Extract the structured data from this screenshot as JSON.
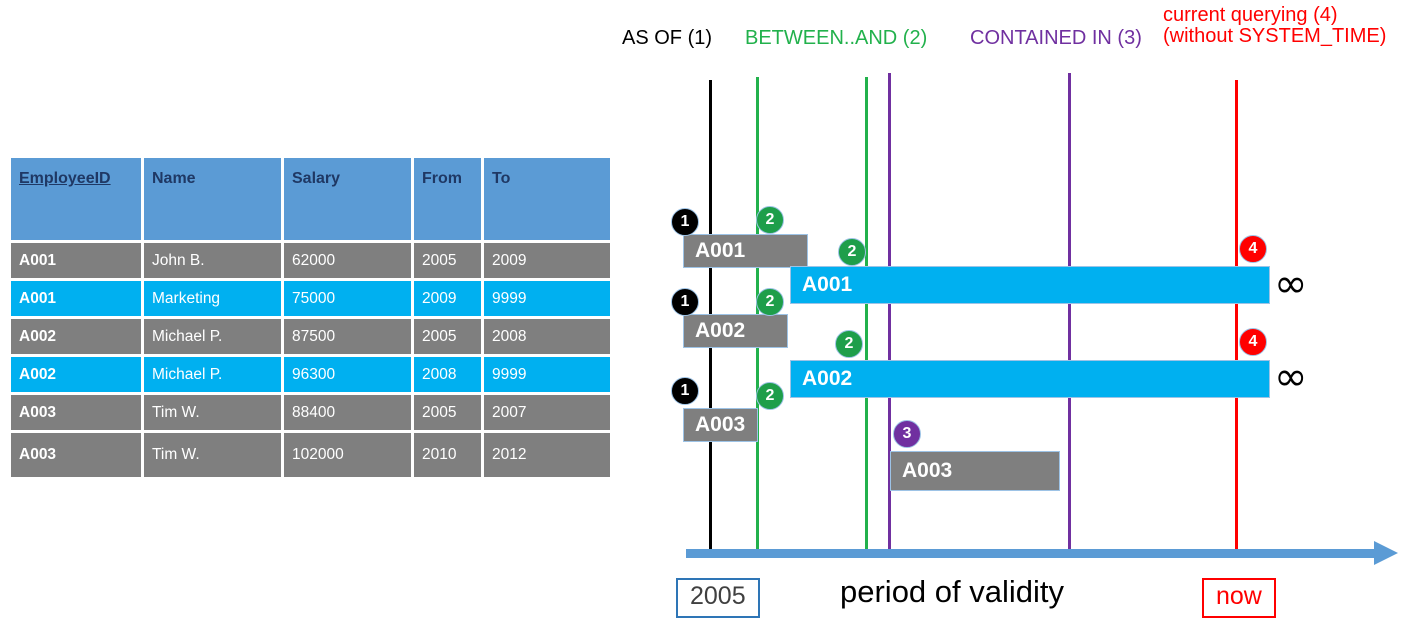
{
  "table": {
    "columns": [
      "EmployeeID",
      "Name",
      "Salary",
      "From",
      "To"
    ],
    "rows": [
      {
        "id": "A001",
        "name": "John  B.",
        "salary": "62000",
        "from": "2005",
        "to": "2009",
        "state": "history"
      },
      {
        "id": "A001",
        "name": "Marketing",
        "salary": "75000",
        "from": "2009",
        "to": "9999",
        "state": "current"
      },
      {
        "id": "A002",
        "name": "Michael P.",
        "salary": "87500",
        "from": "2005",
        "to": "2008",
        "state": "history"
      },
      {
        "id": "A002",
        "name": "Michael P.",
        "salary": "96300",
        "from": "2008",
        "to": "9999",
        "state": "current"
      },
      {
        "id": "A003",
        "name": "Tim W.",
        "salary": "88400",
        "from": "2005",
        "to": "2007",
        "state": "history"
      },
      {
        "id": "A003",
        "name": "Tim W.",
        "salary": "102000",
        "from": "2010",
        "to": "2012",
        "state": "history"
      }
    ]
  },
  "legend": {
    "as_of": "AS OF (1)",
    "between_and": "BETWEEN..AND (2)",
    "contained_in": "CONTAINED IN (3)",
    "current_line1": "current querying (4)",
    "current_line2": "(without SYSTEM_TIME)"
  },
  "colors": {
    "as_of": "#000000",
    "between_and": "#22B14C",
    "contained_in": "#7030A0",
    "current": "#FF0000",
    "history_bar": "#7F7F7F",
    "current_bar": "#00B0F0",
    "header": "#5B9BD5",
    "header_text": "#1F3864",
    "axis": "#5B9BD5"
  },
  "timeline": {
    "bars": [
      {
        "label": "A001",
        "state": "history"
      },
      {
        "label": "A001",
        "state": "current"
      },
      {
        "label": "A002",
        "state": "history"
      },
      {
        "label": "A002",
        "state": "current"
      },
      {
        "label": "A003",
        "state": "history"
      },
      {
        "label": "A003",
        "state": "history"
      }
    ],
    "markers": [
      "1",
      "2",
      "2",
      "1",
      "2",
      "2",
      "1",
      "2",
      "3",
      "4",
      "4"
    ],
    "infinity_symbol": "∞",
    "start_label": "2005",
    "end_label": "now",
    "caption": "period of validity"
  }
}
